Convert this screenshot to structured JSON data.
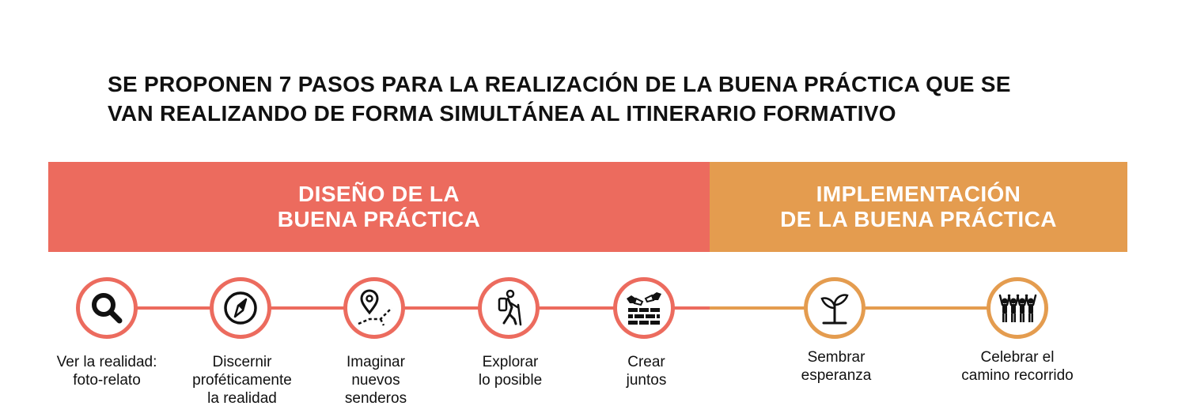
{
  "title": {
    "line1": "SE PROPONEN 7 PASOS PARA LA REALIZACIÓN DE LA BUENA PRÁCTICA QUE SE",
    "line2": "VAN REALIZANDO DE FORMA SIMULTÁNEA AL ITINERARIO FORMATIVO"
  },
  "phases": {
    "design": {
      "line1": "DISEÑO DE LA",
      "line2": "BUENA PRÁCTICA",
      "color": "#ec6b5e"
    },
    "implementation": {
      "line1": "IMPLEMENTACIÓN",
      "line2": "DE LA BUENA PRÁCTICA",
      "color": "#e49c4f"
    }
  },
  "steps": [
    {
      "icon": "magnifier-icon",
      "lines": [
        "Ver la realidad:",
        "foto-relato"
      ]
    },
    {
      "icon": "compass-icon",
      "lines": [
        "Discernir",
        "proféticamente",
        "la realidad"
      ]
    },
    {
      "icon": "map-pin-path-icon",
      "lines": [
        "Imaginar",
        "nuevos",
        "senderos"
      ]
    },
    {
      "icon": "hiker-icon",
      "lines": [
        "Explorar",
        "lo posible"
      ]
    },
    {
      "icon": "bricklaying-hands-icon",
      "lines": [
        "Crear",
        "juntos"
      ]
    },
    {
      "icon": "sprout-icon",
      "lines": [
        "Sembrar",
        "esperanza"
      ]
    },
    {
      "icon": "celebrating-people-icon",
      "lines": [
        "Celebrar el",
        "camino recorrido"
      ]
    }
  ]
}
